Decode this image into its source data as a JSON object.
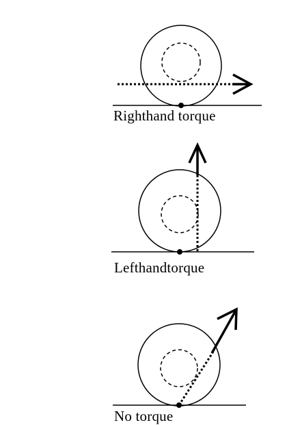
{
  "figures": [
    {
      "label": "Righthand torque"
    },
    {
      "label": "Lefthandtorque"
    },
    {
      "label": "No torque"
    }
  ]
}
